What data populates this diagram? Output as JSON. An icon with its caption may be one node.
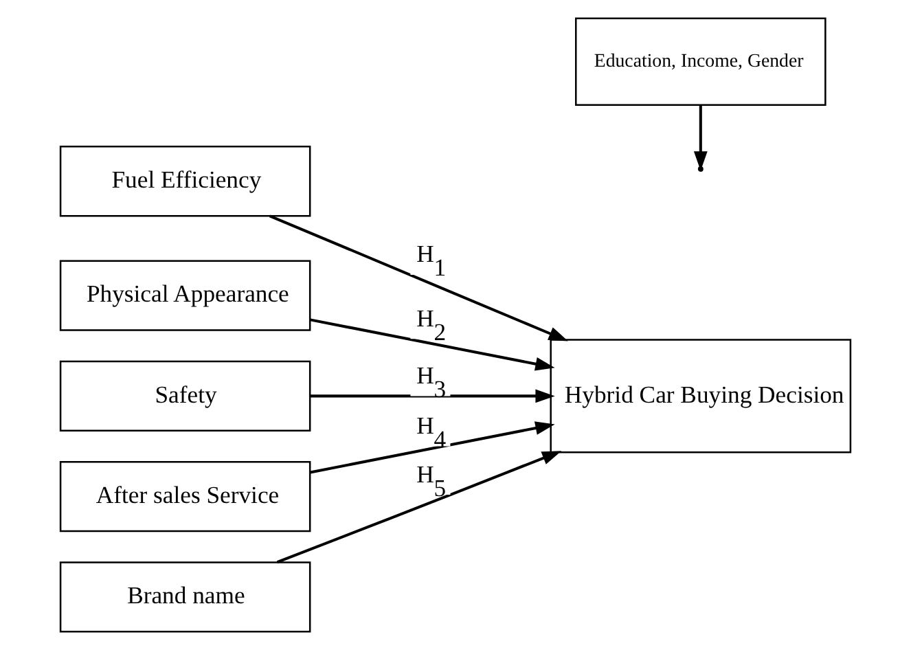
{
  "diagram": {
    "nodes": [
      {
        "text": [
          "Fuel Efficiency"
        ]
      },
      {
        "text": [
          "Physical Appearance"
        ]
      },
      {
        "text": [
          "Safety"
        ]
      },
      {
        "text": [
          "After sales Service"
        ]
      },
      {
        "text": [
          "Brand name"
        ]
      },
      {
        "text": [
          "Hybrid Car Buying Decision"
        ]
      },
      {
        "text": [
          "Education, Income, Gender"
        ]
      }
    ],
    "edges": [
      {
        "from": 0,
        "to": 5,
        "arrow": "to",
        "label": "H$_{1}$"
      },
      {
        "from": 1,
        "to": 5,
        "arrow": "to",
        "label": "H$_{2}$"
      },
      {
        "from": 2,
        "to": 5,
        "arrow": "to",
        "label": "H$_{3}$"
      },
      {
        "from": 3,
        "to": 5,
        "arrow": "to",
        "label": "H$_{4}$"
      },
      {
        "from": 4,
        "to": 5,
        "arrow": "to",
        "label": "H$_{5}$"
      },
      {
        "from": 6,
        "to": null,
        "arrow": "to"
      }
    ]
  }
}
